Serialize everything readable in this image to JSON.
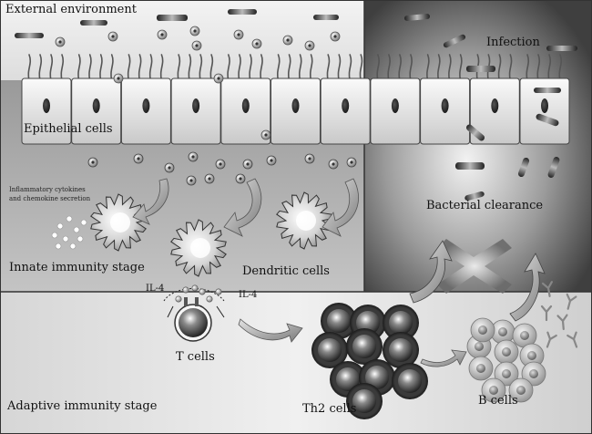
{
  "regions": {
    "external": "External environment",
    "infection": "Infection",
    "innate": "Innate immunity stage",
    "adaptive": "Adaptive immunity stage"
  },
  "cells": {
    "epithelial": "Epithelial cells",
    "dendritic": "Dendritic cells",
    "t_cells": "T cells",
    "th2": "Th2 cells",
    "b_cells": "B cells"
  },
  "processes": {
    "cytokines_line1": "Inflammatory cytokines",
    "cytokines_line2": "and chemokine secretion",
    "clearance": "Bacterial clearance"
  },
  "signals": {
    "il4_left": "IL-4",
    "il4_right": "IL-4"
  }
}
